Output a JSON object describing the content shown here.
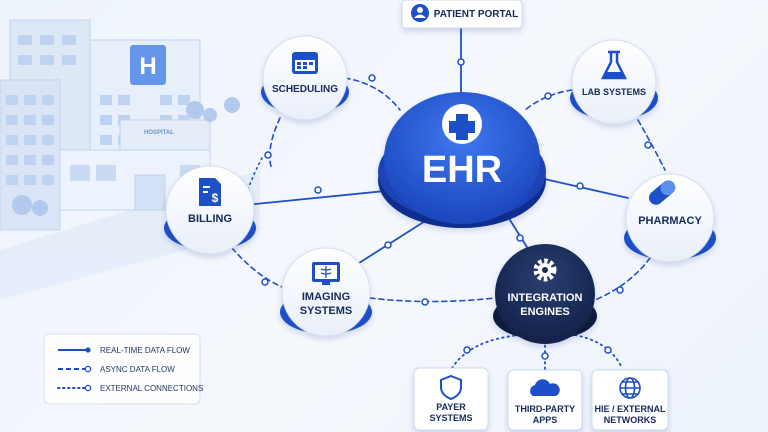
{
  "colors": {
    "primary": "#1f4fc8",
    "primary_dark": "#0f2f8f",
    "navy": "#14264f",
    "node_face": "#ffffff",
    "line": "#1f4fc8",
    "text": "#16295a"
  },
  "hospital": {
    "sign_letter": "H",
    "sign_text": "HOSPITAL"
  },
  "hub": {
    "label": "EHR",
    "icon": "medical-cross-icon"
  },
  "nodes": {
    "patient_portal": {
      "label": "PATIENT PORTAL",
      "icon": "user-icon"
    },
    "scheduling": {
      "label": "SCHEDULING",
      "icon": "calendar-icon"
    },
    "lab_systems": {
      "label": "LAB SYSTEMS",
      "icon": "flask-icon"
    },
    "billing": {
      "label": "BILLING",
      "icon": "invoice-dollar-icon"
    },
    "pharmacy": {
      "label": "PHARMACY",
      "icon": "pill-icon"
    },
    "imaging": {
      "label1": "IMAGING",
      "label2": "SYSTEMS",
      "icon": "xray-monitor-icon"
    },
    "integration": {
      "label1": "INTEGRATION",
      "label2": "ENGINES",
      "icon": "gear-icon"
    },
    "payer": {
      "label1": "PAYER",
      "label2": "SYSTEMS",
      "icon": "shield-icon"
    },
    "third_party": {
      "label1": "THIRD-PARTY",
      "label2": "APPS",
      "icon": "cloud-icon"
    },
    "hie": {
      "label1": "HIE / EXTERNAL",
      "label2": "NETWORKS",
      "icon": "globe-icon"
    }
  },
  "legend": {
    "items": [
      {
        "label": "REAL-TIME DATA FLOW",
        "style": "solid"
      },
      {
        "label": "ASYNC DATA FLOW",
        "style": "dashed"
      },
      {
        "label": "EXTERNAL CONNECTIONS",
        "style": "dotted"
      }
    ]
  }
}
